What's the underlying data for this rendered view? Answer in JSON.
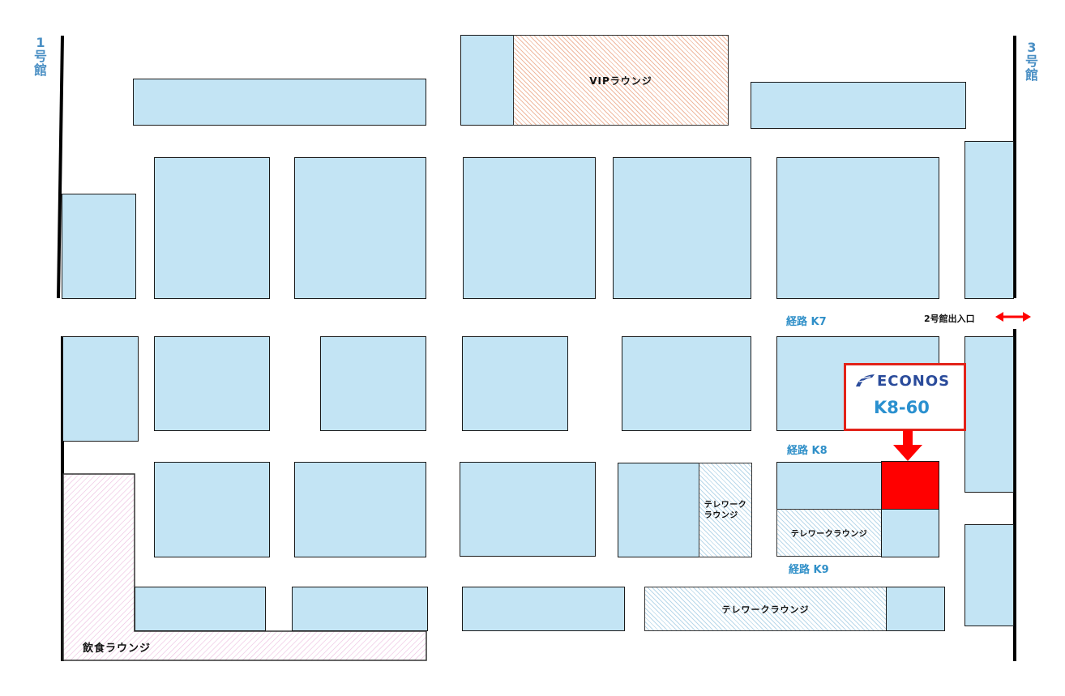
{
  "halls": {
    "left": [
      "1",
      "号",
      "館"
    ],
    "right": [
      "3",
      "号",
      "館"
    ]
  },
  "lounges": {
    "vip": "VIPラウンジ",
    "telework_small_line1": "テレワーク",
    "telework_small_line2": "ラウンジ",
    "telework_mid": "テレワークラウンジ",
    "telework_bottom": "テレワークラウンジ",
    "food": "飲食ラウンジ"
  },
  "routes": {
    "k7": "経路 K7",
    "k8": "経路 K8",
    "k9": "経路 K9"
  },
  "entrance": "2号館出入口",
  "callout": {
    "brand": "ECONOS",
    "booth_number": "K8-60"
  },
  "colors": {
    "booth": "#c3e4f4",
    "highlight": "#ff0000",
    "callout_border": "#e2231a",
    "route_text": "#2f8fc8",
    "hall_text": "#4a8fc4",
    "brand": "#2a4b9b"
  }
}
